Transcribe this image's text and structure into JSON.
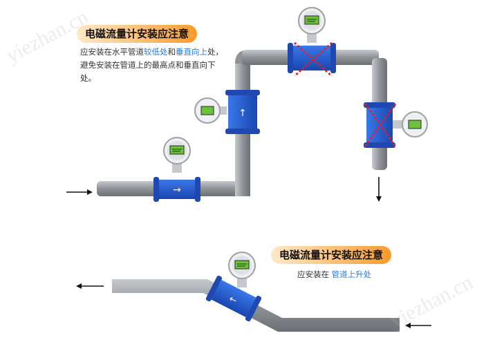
{
  "upper": {
    "title": "电磁流量计安装应注意",
    "note": {
      "part1": "应安装在水平管道",
      "highlight1": "较低处",
      "part2": "和",
      "highlight2": "垂直向上",
      "part3": "处，避免安装在管道上的最高点和垂直向下处。"
    }
  },
  "lower": {
    "title": "电磁流量计安装应注意",
    "note": {
      "part1": "应安装在 ",
      "highlight1": "管道上升处"
    }
  },
  "watermarks": [
    "yiezhan.cn",
    "yiezhan.cn"
  ],
  "colors": {
    "pipe": "#9a9ea3",
    "meter_body": "#1f56c8",
    "flange": "#1f48b0",
    "wrong_mark": "#e0202a",
    "highlight_text": "#2a7de1"
  }
}
